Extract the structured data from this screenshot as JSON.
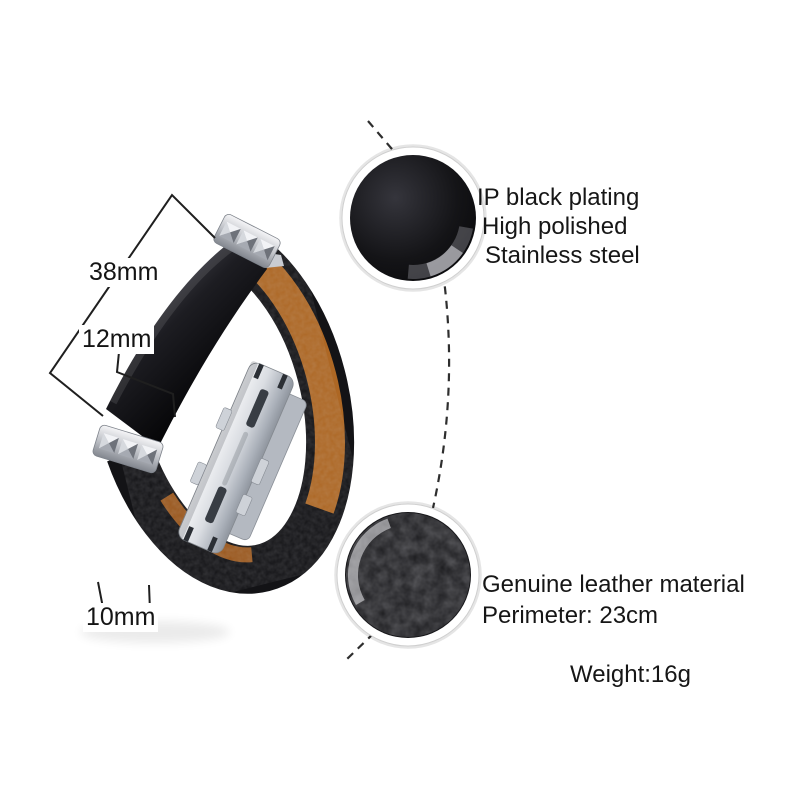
{
  "annotations": {
    "dim_plate_length": "38mm",
    "dim_plate_width": "12mm",
    "dim_strap_width": "10mm",
    "steel_callout": {
      "lines": [
        "IP black plating",
        "High polished",
        "Stainless steel"
      ]
    },
    "leather_callout": {
      "lines": [
        "Genuine leather material",
        "Perimeter: 23cm"
      ]
    },
    "weight": "Weight:16g"
  },
  "colors": {
    "background": "#ffffff",
    "strap_black": "#131316",
    "lining_brown": "#ad6724",
    "stainless_steel": "#d9dce1",
    "plate_black": "#0a0a0d",
    "annotation_text": "#1c1c1c"
  }
}
